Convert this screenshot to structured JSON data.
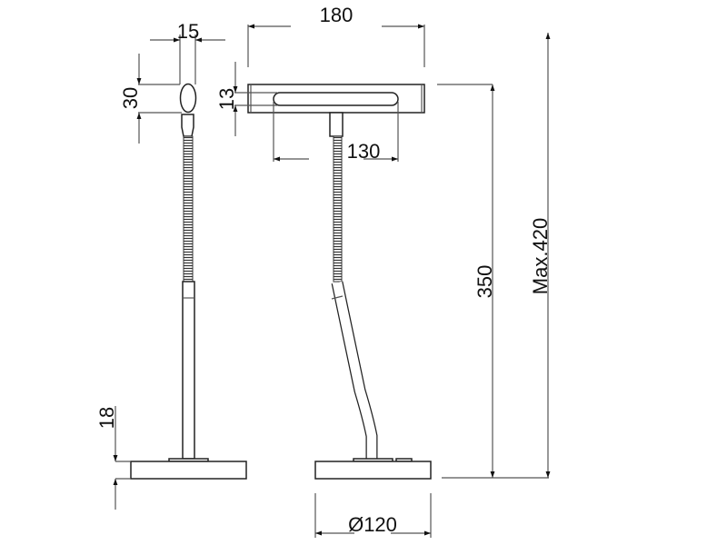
{
  "dimensions": {
    "head_thickness": "15",
    "head_width": "180",
    "head_height_side": "30",
    "head_height_front": "13",
    "light_length": "130",
    "base_height": "18",
    "lamp_height": "350",
    "max_height": "Max.420",
    "base_diameter": "Ø120"
  },
  "colors": {
    "line": "#222222",
    "dimension_line": "#555555"
  }
}
